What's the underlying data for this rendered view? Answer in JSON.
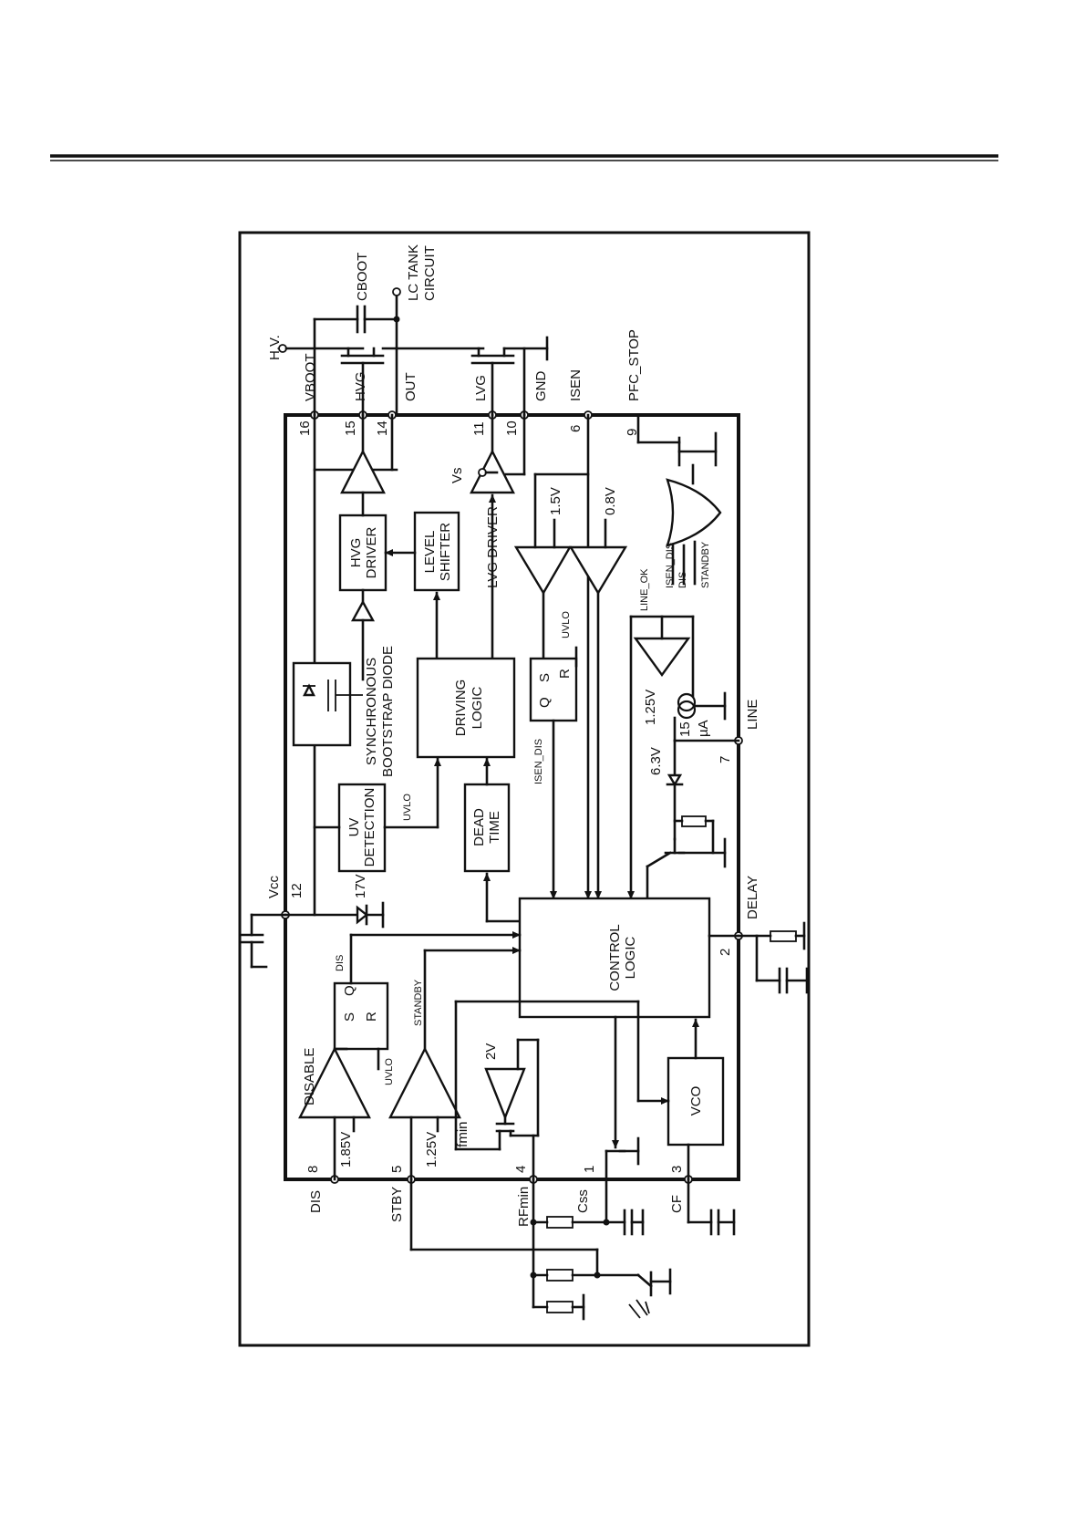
{
  "pins": [
    {
      "num": "16",
      "name": "VBOOT"
    },
    {
      "num": "15",
      "name": "HVG"
    },
    {
      "num": "14",
      "name": "OUT"
    },
    {
      "num": "11",
      "name": "LVG"
    },
    {
      "num": "10",
      "name": "GND"
    },
    {
      "num": "6",
      "name": "ISEN"
    },
    {
      "num": "9",
      "name": "PFC_STOP"
    },
    {
      "num": "7",
      "name": "LINE"
    },
    {
      "num": "2",
      "name": "DELAY"
    },
    {
      "num": "3",
      "name": "CF"
    },
    {
      "num": "1",
      "name": "Css"
    },
    {
      "num": "4",
      "name": "RFmin"
    },
    {
      "num": "5",
      "name": "STBY"
    },
    {
      "num": "8",
      "name": "DIS"
    },
    {
      "num": "12",
      "name": "Vcc"
    }
  ],
  "external": {
    "hv": "H.V.",
    "cboot": "CBOOT",
    "lc_tank_1": "LC TANK",
    "lc_tank_2": "CIRCUIT"
  },
  "blocks": {
    "sync_diode_1": "SYNCHRONOUS",
    "sync_diode_2": "BOOTSTRAP DIODE",
    "hvg_driver_1": "HVG",
    "hvg_driver_2": "DRIVER",
    "level_shifter_1": "LEVEL",
    "level_shifter_2": "SHIFTER",
    "lvg_driver": "LVG DRIVER",
    "driving_logic_1": "DRIVING",
    "driving_logic_2": "LOGIC",
    "uv_detection_1": "UV",
    "uv_detection_2": "DETECTION",
    "dead_time_1": "DEAD",
    "dead_time_2": "TIME",
    "control_logic_1": "CONTROL",
    "control_logic_2": "LOGIC",
    "vco": "VCO",
    "disable": "DISABLE"
  },
  "signals": {
    "vs": "Vs",
    "v1_5": "1.5V",
    "v0_8": "0.8V",
    "uvlo": "UVLO",
    "isen_dis": "ISEN_DIS",
    "line_ok": "LINE_OK",
    "isen_dis_or": "ISEN_DIS",
    "dis_or": "DIS",
    "standby_or": "STANDBY",
    "v1_25_line": "1.25V",
    "i15_1": "15",
    "i15_2": "µA",
    "v6_3": "6.3V",
    "z17": "17V",
    "dis_sig": "DIS",
    "standby_sig": "STANDBY",
    "v2": "2V",
    "ifmin": "Ifmin",
    "v1_85": "1.85V",
    "v1_25_stby": "1.25V",
    "ff_s": "S",
    "ff_q": "Q",
    "ff_r": "R"
  }
}
